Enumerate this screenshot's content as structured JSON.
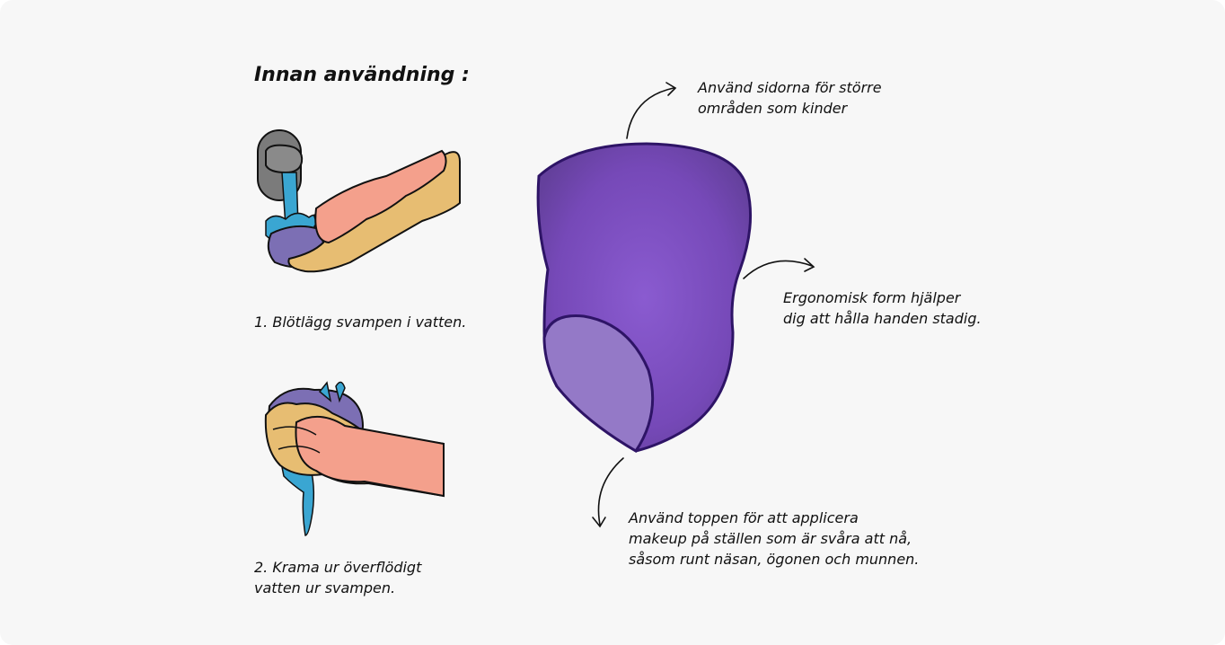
{
  "heading": "Innan användning :",
  "steps": [
    {
      "number": "1.",
      "lines": [
        "1. Blötlägg svampen i vatten."
      ]
    },
    {
      "number": "2.",
      "lines": [
        "2. Krama ur överflödigt",
        "vatten ur svampen."
      ]
    }
  ],
  "callouts": {
    "sides": [
      "Använd sidorna för större",
      "områden som kinder"
    ],
    "ergonomic": [
      "Ergonomisk form hjälper",
      "dig att hålla handen stadig."
    ],
    "tip": [
      "Använd toppen för att applicera",
      "makeup på ställen som är svåra att nå,",
      "såsom runt näsan, ögonen och munnen."
    ]
  },
  "colors": {
    "background": "#f7f7f7",
    "sponge": "#7b4fbd",
    "sponge_outline": "#2e1466",
    "water": "#3aa6d2",
    "skin_light": "#f4a08c",
    "skin_dark": "#e7bd72",
    "faucet": "#7b7b7b"
  }
}
